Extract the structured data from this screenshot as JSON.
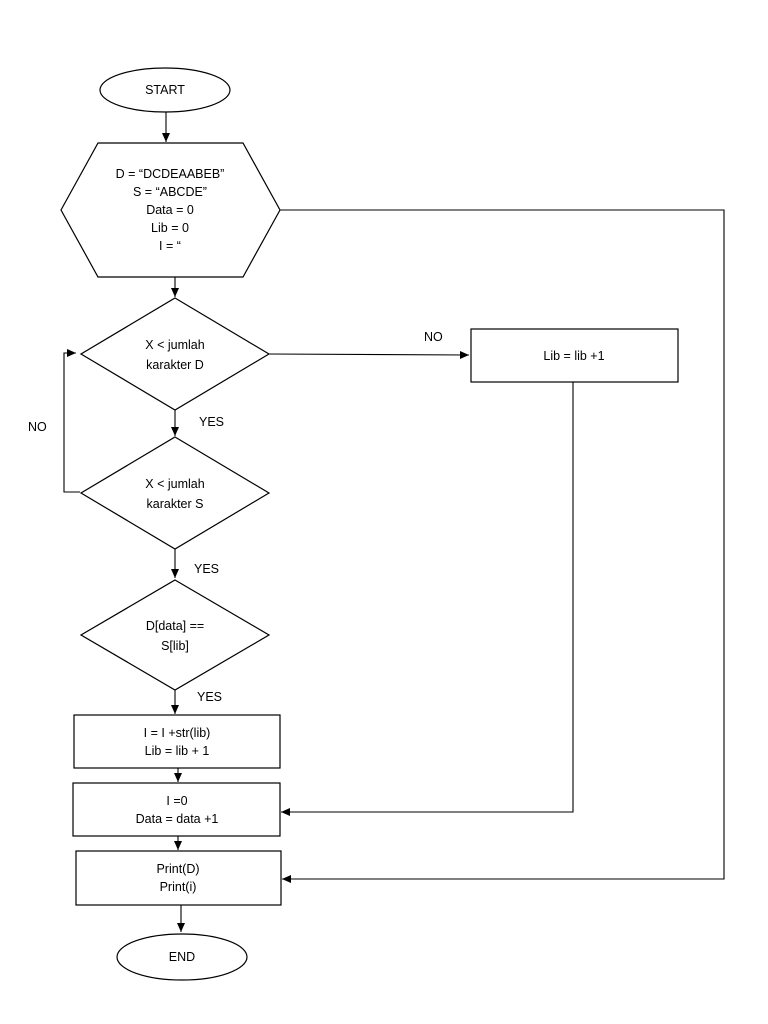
{
  "nodes": {
    "start": {
      "label": "START"
    },
    "init": {
      "lines": [
        "D = “DCDEAABEB”",
        "S = “ABCDE”",
        "Data = 0",
        "Lib = 0",
        "I = “"
      ]
    },
    "dec_d": {
      "lines": [
        "X < jumlah",
        "karakter D"
      ]
    },
    "dec_s": {
      "lines": [
        "X < jumlah",
        "karakter S"
      ]
    },
    "dec_eq": {
      "lines": [
        "D[data] ==",
        "S[lib]"
      ]
    },
    "inc_i": {
      "lines": [
        "I = I +str(lib)",
        "Lib = lib + 1"
      ]
    },
    "reset": {
      "lines": [
        "I =0",
        "Data = data +1"
      ]
    },
    "lib_inc": {
      "label": "Lib = lib +1"
    },
    "print": {
      "lines": [
        "Print(D)",
        "Print(i)"
      ]
    },
    "end": {
      "label": "END"
    }
  },
  "edge_labels": {
    "dec_d_no": "NO",
    "dec_d_yes": "YES",
    "dec_s_no": "NO",
    "dec_s_yes": "YES",
    "dec_eq_yes": "YES"
  }
}
